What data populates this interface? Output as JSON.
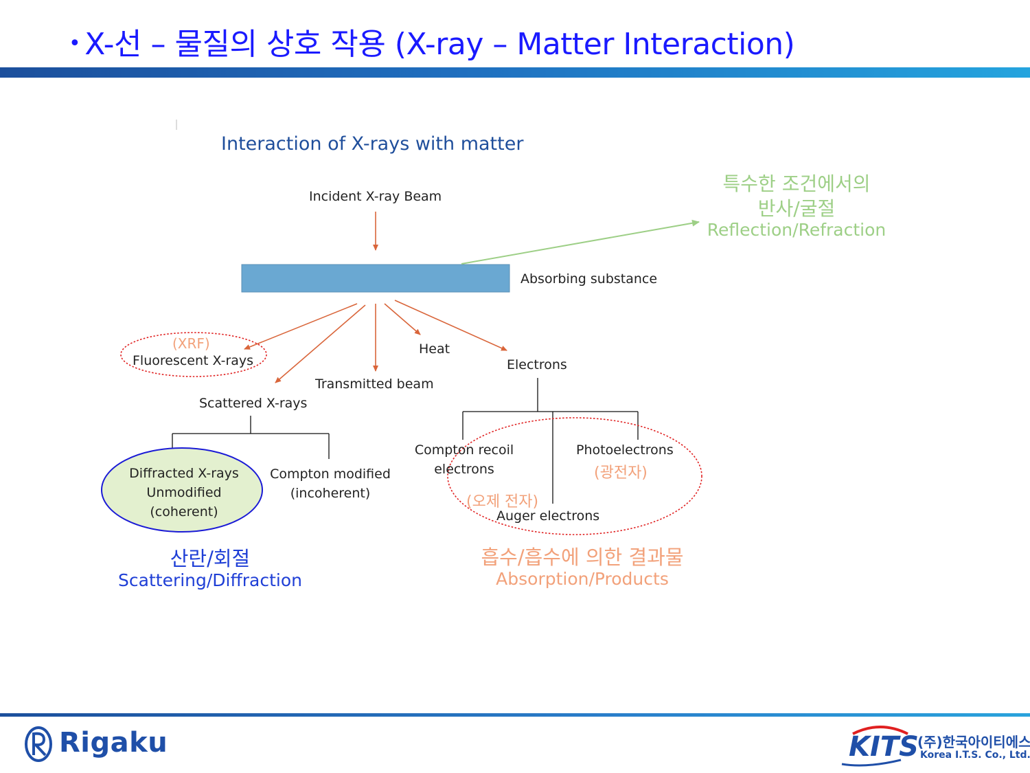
{
  "slide": {
    "bullet": "•",
    "title": "X-선 – 물질의 상호 작용 (X-ray – Matter Interaction)"
  },
  "diagram": {
    "title": "Interaction of X-rays with matter",
    "labels": {
      "incident": "Incident X-ray Beam",
      "absorbing": "Absorbing substance",
      "fluorescent": "Fluorescent X-rays",
      "scattered": "Scattered X-rays",
      "transmitted": "Transmitted beam",
      "heat": "Heat",
      "electrons": "Electrons",
      "diffracted_1": "Diffracted X-rays",
      "diffracted_2": "Unmodified",
      "diffracted_3": "(coherent)",
      "compton_mod_1": "Compton modified",
      "compton_mod_2": "(incoherent)",
      "compton_recoil_1": "Compton recoil",
      "compton_recoil_2": "electrons",
      "photoelectrons": "Photoelectrons",
      "auger": "Auger electrons"
    },
    "annotations": {
      "xrf": "(XRF)",
      "photo_kr": "(광전자)",
      "auger_kr": "(오제 전자)",
      "reflection_kr_1": "특수한 조건에서의",
      "reflection_kr_2": "반사/굴절",
      "reflection_en": "Reflection/Refraction",
      "scattering_kr": "산란/회절",
      "scattering_en": "Scattering/Diffraction",
      "absorption_kr": "흡수/흡수에 의한 결과물",
      "absorption_en": "Absorption/Products"
    },
    "colors": {
      "arrow": "#d9653a",
      "substance": "#6aa8d2",
      "highlight_red": "#e02020",
      "highlight_blue": "#1a1ad6",
      "highlight_fill": "#e3f0cf",
      "green_arrow": "#9dcf86"
    }
  },
  "footer": {
    "left_logo": "Rigaku",
    "right_logo": "KITS",
    "right_company_kr": "(주)한국아이티에스",
    "right_company_en": "Korea I.T.S. Co., Ltd."
  }
}
